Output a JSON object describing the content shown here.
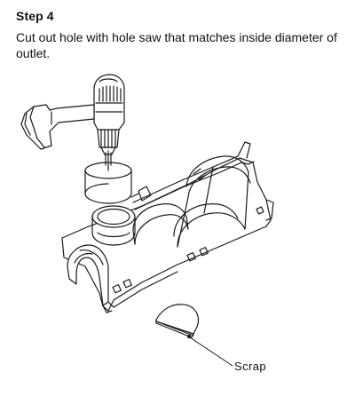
{
  "step": {
    "heading": "Step 4",
    "instruction": "Cut out hole with hole saw that matches inside diameter of outlet."
  },
  "callout": {
    "label": "Scrap"
  },
  "illustration": {
    "parts": [
      "drill-icon",
      "hole-saw-icon",
      "gutter-body-icon",
      "outlet-hole-icon",
      "scrap-piece-icon"
    ],
    "line_color": "#1a1a1a"
  }
}
